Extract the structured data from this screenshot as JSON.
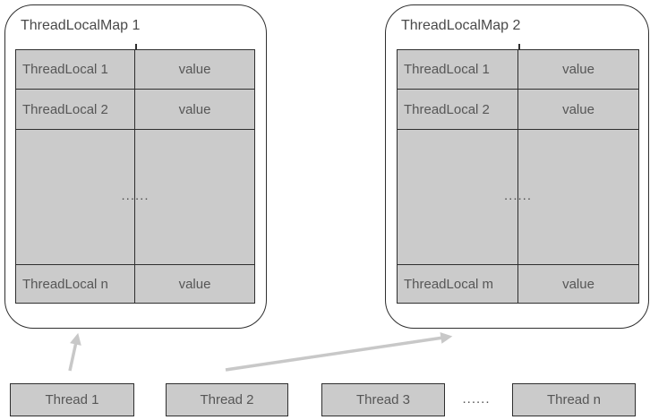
{
  "maps": [
    {
      "title": "ThreadLocalMap 1",
      "rows": [
        {
          "key": "ThreadLocal 1",
          "value": "value"
        },
        {
          "key": "ThreadLocal 2",
          "value": "value"
        }
      ],
      "ellipsis": "......",
      "last_row": {
        "key": "ThreadLocal n",
        "value": "value"
      }
    },
    {
      "title": "ThreadLocalMap 2",
      "rows": [
        {
          "key": "ThreadLocal 1",
          "value": "value"
        },
        {
          "key": "ThreadLocal 2",
          "value": "value"
        }
      ],
      "ellipsis": "......",
      "last_row": {
        "key": "ThreadLocal m",
        "value": "value"
      }
    }
  ],
  "threads": [
    {
      "label": "Thread 1"
    },
    {
      "label": "Thread 2"
    },
    {
      "label": "Thread 3"
    },
    {
      "label": "Thread n"
    }
  ],
  "threads_ellipsis": "......",
  "colors": {
    "box_fill": "#cbcbcb",
    "border": "#2f2f2f",
    "text": "#565656",
    "arrow": "#c8c8c8"
  }
}
